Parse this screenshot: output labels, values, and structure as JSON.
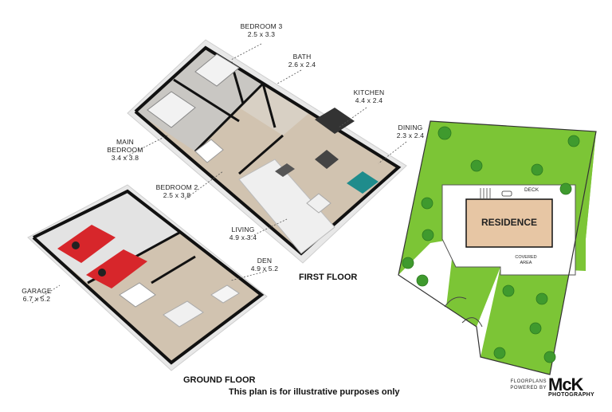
{
  "rooms": {
    "bedroom3": {
      "name": "BEDROOM 3",
      "size": "2.5 x 3.3"
    },
    "bath": {
      "name": "BATH",
      "size": "2.6 x 2.4"
    },
    "kitchen": {
      "name": "KITCHEN",
      "size": "4.4 x 2.4"
    },
    "dining": {
      "name": "DINING",
      "size": "2.3 x 2.4"
    },
    "main_bedroom": {
      "name_line1": "MAIN",
      "name_line2": "BEDROOM",
      "size": "3.4 x 3.8"
    },
    "bedroom2": {
      "name": "BEDROOM 2",
      "size": "2.5 x 3.8"
    },
    "living": {
      "name": "LIVING",
      "size": "4.9 x 3.4"
    },
    "den": {
      "name": "DEN",
      "size": "4.9 x 5.2"
    },
    "garage": {
      "name": "GARAGE",
      "size": "6.7 x 5.2"
    }
  },
  "floors": {
    "first": "FIRST FLOOR",
    "ground": "GROUND FLOOR"
  },
  "disclaimer": "This plan is for illustrative purposes only",
  "site": {
    "residence": "RESIDENCE",
    "deck": "DECK",
    "covered_line1": "COVERED",
    "covered_line2": "AREA"
  },
  "brand": {
    "line1": "FLOORPLANS",
    "line2": "POWERED BY",
    "logo": "McK",
    "sub": "PHOTOGRAPHY"
  },
  "colors": {
    "lawn": "#7cc536",
    "tree": "#3f9a2e",
    "residence": "#e7c6a4",
    "floor": "#c9b9a4",
    "wall": "#111111",
    "car": "#d7262b"
  }
}
